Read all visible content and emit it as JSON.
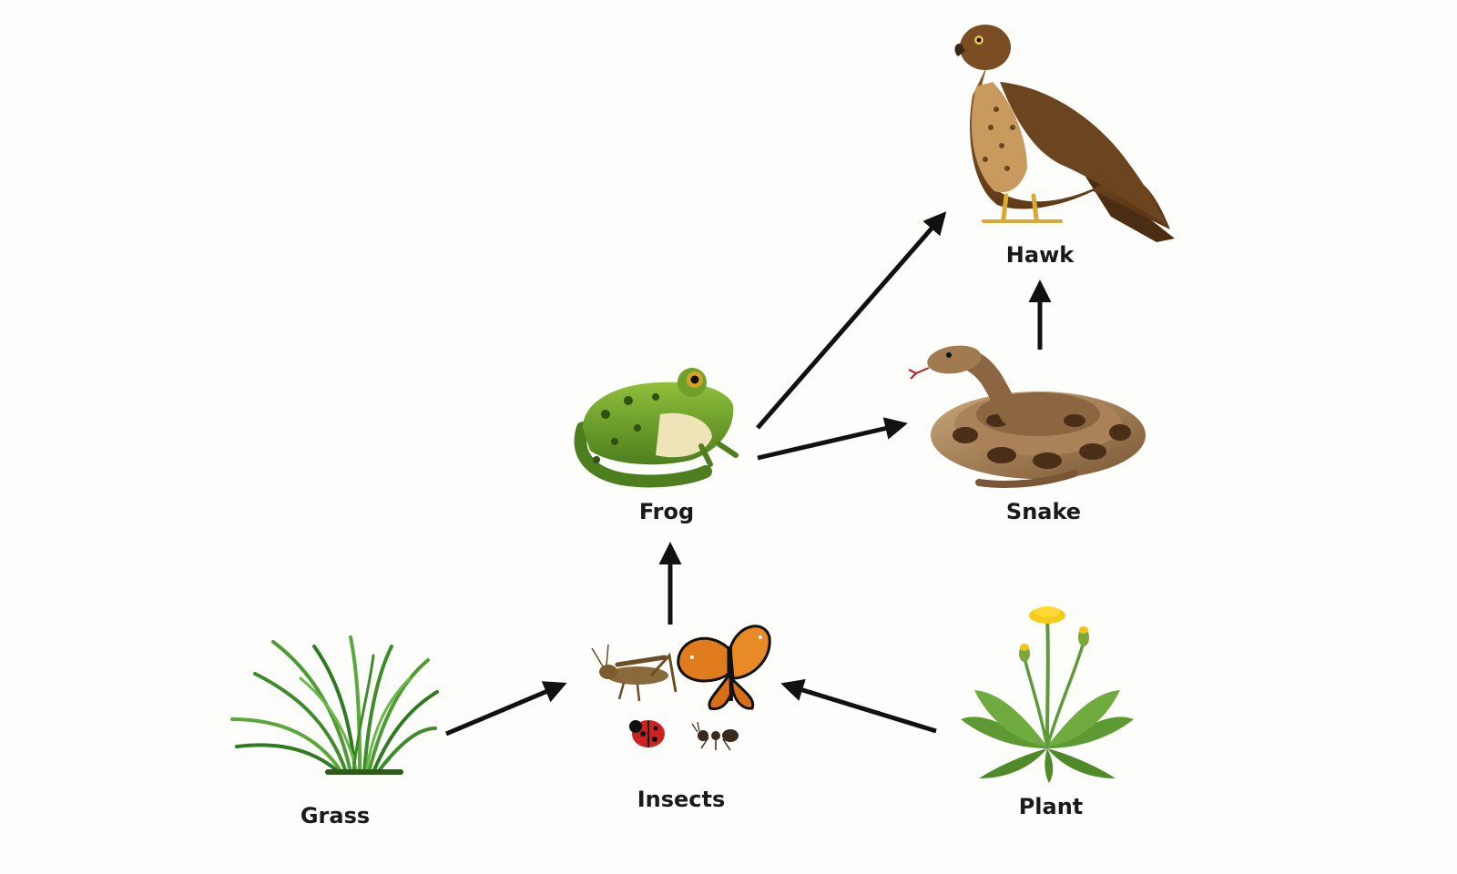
{
  "diagram": {
    "nodes": [
      {
        "id": "hawk",
        "label": "Hawk",
        "icon": "hawk-illustration"
      },
      {
        "id": "snake",
        "label": "Snake",
        "icon": "snake-illustration"
      },
      {
        "id": "frog",
        "label": "Frog",
        "icon": "frog-illustration"
      },
      {
        "id": "grass",
        "label": "Grass",
        "icon": "grass-illustration"
      },
      {
        "id": "insects",
        "label": "Insects",
        "icon": "insects-illustration"
      },
      {
        "id": "plant",
        "label": "Plant",
        "icon": "dandelion-plant-illustration"
      }
    ],
    "edges": [
      {
        "from": "grass",
        "to": "insects"
      },
      {
        "from": "plant",
        "to": "insects"
      },
      {
        "from": "insects",
        "to": "frog"
      },
      {
        "from": "frog",
        "to": "snake"
      },
      {
        "from": "frog",
        "to": "hawk"
      },
      {
        "from": "snake",
        "to": "hawk"
      }
    ],
    "colors": {
      "arrow": "#111111",
      "background": "#fdfdfb",
      "label": "#1a1a1a"
    }
  }
}
